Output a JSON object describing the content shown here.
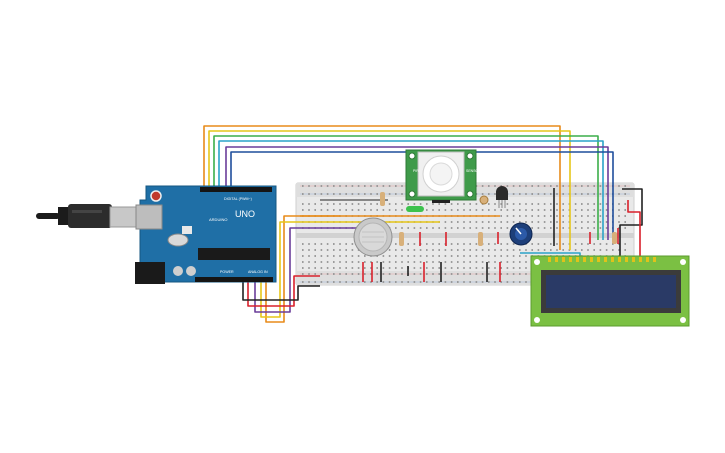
{
  "arduino": {
    "model": "UNO",
    "brand": "ARDUINO",
    "digital_header": "DIGITAL (PWM~)",
    "power_header": "POWER",
    "analog_header": "ANALOG IN"
  },
  "pir_sensor": {
    "left_label": "PIR",
    "right_label": "SENSOR"
  },
  "lcd": {
    "columns": 16,
    "rows": 2
  },
  "colors": {
    "board": "#1f6fa6",
    "breadboard": "#e9e9e9",
    "lcd_pcb": "#7bc043",
    "lcd_screen": "#2a3a66",
    "wire_orange": "#e88b1a",
    "wire_yellow": "#e6c619",
    "wire_green": "#3cae4a",
    "wire_cyan": "#2aa3c8",
    "wire_purple": "#6a3d9a",
    "wire_red": "#d9202b",
    "wire_black": "#222222"
  },
  "icons": [
    "usb-cable-icon",
    "potentiometer-knob-icon",
    "gas-sensor-icon",
    "temperature-sensor-icon"
  ]
}
